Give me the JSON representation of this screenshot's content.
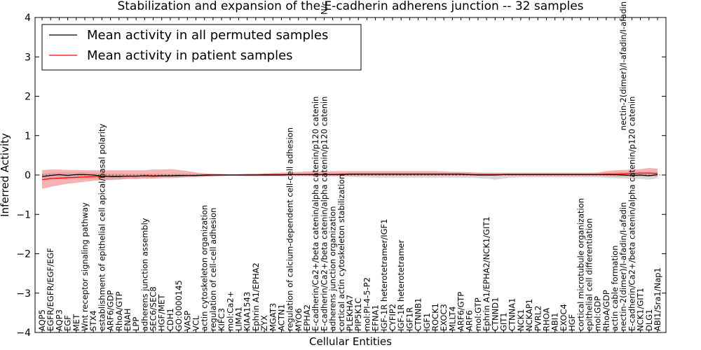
{
  "chart_data": {
    "type": "line",
    "title": "Stabilization and expansion of the E-cadherin adherens junction -- 32 samples",
    "xlabel": "Cellular Entities",
    "ylabel": "Inferred Activity",
    "ylim": [
      -4,
      4
    ],
    "yticks": [
      -4,
      -3,
      -2,
      -1,
      0,
      1,
      2,
      3,
      4
    ],
    "grid": false,
    "legend_position": "top-left",
    "categories": [
      "AQP5",
      "EGFR/EGFR/EGF/EGF",
      "AQP3",
      "EGF",
      "MET",
      "Wnt receptor signaling pathway",
      "STX4",
      "establishment of epithelial cell apical/basal polarity",
      "ARF6/GDP",
      "RhoA/GTP",
      "ENAH",
      "LPP",
      "adherens junction assembly",
      "SEC6/SEC8",
      "HGF/MET",
      "CDH1",
      "GO:0000145",
      "VASP",
      "VCL",
      "actin cytoskeleton organization",
      "regulation of cell-cell adhesion",
      "KIFC3",
      "mol:Ca2+",
      "LIMA1",
      "KIAA1543",
      "Ephrin A1/EPHA2",
      "ZYX",
      "MGAT3",
      "ACTN1",
      "regulation of calcium-dependent cell-cell adhesion",
      "MYO6",
      "EPHA2",
      "E-cadherin/Ca2+/beta catenin/alpha catenin/p120 catenin",
      "E-cadherin/Ca2+/beta catenin/alpha catenin/p120 catenin",
      "adherens junction organization",
      "cortical actin cytoskeleton stabilization",
      "PLEKHA7",
      "PIP5K1C",
      "mol:PI-4-5-P2",
      "EFNA1",
      "IGF-1R heterotetramer/IGF1",
      "CYFIP2",
      "IGF-1R heterotetramer",
      "IGF1R",
      "CTNNB1",
      "IGF1",
      "ROCK1",
      "EXOC3",
      "MLLT4",
      "ARF6/GTP",
      "ARF6",
      "mol:GTP",
      "Ephrin A1/EPHA2/NCK1/GIT1",
      "CTNND1",
      "GIT1",
      "CTNNA1",
      "NCK1",
      "NCKAP1",
      "PVRL2",
      "RHOA",
      "ABI1",
      "EXOC4",
      "HGF",
      "cortical microtubule organization",
      "epithelial cell differentiation",
      "mol:GDP",
      "RhoA/GDP",
      "actin cable formation",
      "nectin-2(dimer)/I-afadin/I-afadin",
      "E-cadherin/Ca2+/beta catenin/alpha catenin/p120 catenin",
      "NCK1/GIT1",
      "DLG1",
      "ABI1/Sra1/Nap1"
    ],
    "top_labels": [
      {
        "text": "N/c",
        "category_index": 33
      },
      {
        "text": "nectin-2(dimer)/I-afadin/I-afadin",
        "category_index": 68
      }
    ],
    "series": [
      {
        "name": "Mean activity in all permuted samples",
        "color": "#000000",
        "band_color": "#c8c8c8",
        "values": [
          -0.04,
          -0.01,
          0.01,
          -0.01,
          0.01,
          0.01,
          0.0,
          -0.03,
          -0.04,
          -0.04,
          -0.03,
          -0.03,
          -0.02,
          -0.03,
          -0.02,
          -0.02,
          -0.01,
          -0.01,
          -0.01,
          0.0,
          0.0,
          0.0,
          0.0,
          0.0,
          0.0,
          0.0,
          0.0,
          0.0,
          0.0,
          0.01,
          0.01,
          0.01,
          0.01,
          0.01,
          0.01,
          0.01,
          0.02,
          0.02,
          0.02,
          0.02,
          0.02,
          0.02,
          0.02,
          0.02,
          0.02,
          0.02,
          0.02,
          0.02,
          0.02,
          0.02,
          0.01,
          0.0,
          0.0,
          0.0,
          0.01,
          0.01,
          0.01,
          0.01,
          0.01,
          0.01,
          0.01,
          0.01,
          0.01,
          0.01,
          0.01,
          0.01,
          0.01,
          0.01,
          0.0,
          -0.01,
          0.0,
          -0.02,
          0.01
        ],
        "band_lower": [
          -0.12,
          -0.12,
          -0.1,
          -0.12,
          -0.1,
          -0.1,
          -0.1,
          -0.12,
          -0.13,
          -0.12,
          -0.1,
          -0.1,
          -0.08,
          -0.08,
          -0.06,
          -0.06,
          -0.06,
          -0.05,
          -0.05,
          -0.04,
          -0.04,
          -0.03,
          -0.02,
          -0.02,
          -0.03,
          -0.03,
          -0.03,
          -0.03,
          -0.03,
          -0.03,
          -0.03,
          -0.03,
          -0.04,
          -0.04,
          -0.04,
          -0.04,
          -0.05,
          -0.06,
          -0.06,
          -0.07,
          -0.07,
          -0.07,
          -0.07,
          -0.07,
          -0.07,
          -0.07,
          -0.07,
          -0.07,
          -0.07,
          -0.07,
          -0.07,
          -0.08,
          -0.09,
          -0.12,
          -0.09,
          -0.07,
          -0.06,
          -0.06,
          -0.06,
          -0.06,
          -0.06,
          -0.06,
          -0.06,
          -0.06,
          -0.06,
          -0.06,
          -0.07,
          -0.08,
          -0.09,
          -0.1,
          -0.1,
          -0.12,
          -0.08
        ],
        "band_upper": [
          0.04,
          0.06,
          0.07,
          0.06,
          0.07,
          0.07,
          0.06,
          0.05,
          0.04,
          0.04,
          0.03,
          0.03,
          0.03,
          0.03,
          0.03,
          0.03,
          0.03,
          0.03,
          0.03,
          0.03,
          0.03,
          0.03,
          0.02,
          0.02,
          0.03,
          0.03,
          0.03,
          0.04,
          0.04,
          0.04,
          0.05,
          0.05,
          0.05,
          0.05,
          0.05,
          0.05,
          0.06,
          0.06,
          0.06,
          0.06,
          0.06,
          0.06,
          0.06,
          0.06,
          0.06,
          0.06,
          0.06,
          0.06,
          0.06,
          0.06,
          0.06,
          0.06,
          0.06,
          0.06,
          0.06,
          0.06,
          0.06,
          0.06,
          0.06,
          0.06,
          0.06,
          0.06,
          0.06,
          0.06,
          0.06,
          0.06,
          0.06,
          0.07,
          0.08,
          0.08,
          0.08,
          0.07,
          0.08
        ]
      },
      {
        "name": "Mean activity in patient samples",
        "color": "#ff0000",
        "band_color": "#f08080",
        "values": [
          -0.12,
          -0.09,
          -0.08,
          -0.07,
          -0.06,
          -0.05,
          -0.04,
          -0.03,
          -0.03,
          -0.03,
          -0.03,
          -0.03,
          -0.02,
          -0.02,
          -0.02,
          -0.02,
          -0.02,
          -0.01,
          -0.01,
          -0.01,
          0.0,
          0.0,
          0.0,
          0.0,
          0.0,
          0.0,
          0.01,
          0.01,
          0.01,
          0.01,
          0.01,
          0.01,
          0.01,
          0.01,
          0.01,
          0.02,
          0.02,
          0.02,
          0.02,
          0.02,
          0.02,
          0.02,
          0.02,
          0.02,
          0.02,
          0.02,
          0.02,
          0.02,
          0.02,
          0.02,
          0.01,
          0.01,
          0.01,
          0.01,
          0.01,
          0.01,
          0.01,
          0.01,
          0.01,
          0.01,
          0.01,
          0.01,
          0.01,
          0.01,
          0.01,
          0.01,
          0.02,
          0.02,
          0.03,
          0.04,
          0.05,
          0.05,
          0.04
        ],
        "band_lower": [
          -0.35,
          -0.3,
          -0.26,
          -0.22,
          -0.2,
          -0.17,
          -0.15,
          -0.13,
          -0.12,
          -0.11,
          -0.1,
          -0.1,
          -0.09,
          -0.09,
          -0.08,
          -0.08,
          -0.07,
          -0.06,
          -0.05,
          -0.04,
          -0.03,
          -0.02,
          -0.01,
          -0.01,
          -0.02,
          -0.02,
          -0.02,
          -0.02,
          -0.02,
          -0.02,
          -0.02,
          -0.02,
          -0.02,
          -0.02,
          -0.02,
          -0.02,
          -0.02,
          -0.02,
          -0.02,
          -0.02,
          -0.02,
          -0.02,
          -0.02,
          -0.02,
          -0.02,
          -0.02,
          -0.02,
          -0.02,
          -0.02,
          -0.02,
          -0.02,
          -0.02,
          -0.02,
          -0.02,
          -0.02,
          -0.02,
          -0.02,
          -0.02,
          -0.02,
          -0.02,
          -0.02,
          -0.02,
          -0.02,
          -0.02,
          -0.02,
          -0.02,
          -0.03,
          -0.04,
          -0.04,
          -0.04,
          -0.04,
          -0.03,
          -0.04
        ],
        "band_upper": [
          0.12,
          0.14,
          0.14,
          0.13,
          0.13,
          0.12,
          0.12,
          0.12,
          0.12,
          0.12,
          0.12,
          0.12,
          0.12,
          0.14,
          0.14,
          0.15,
          0.13,
          0.1,
          0.07,
          0.04,
          0.03,
          0.02,
          0.01,
          0.02,
          0.03,
          0.03,
          0.04,
          0.05,
          0.06,
          0.07,
          0.08,
          0.09,
          0.09,
          0.09,
          0.1,
          0.1,
          0.1,
          0.1,
          0.1,
          0.1,
          0.1,
          0.1,
          0.1,
          0.1,
          0.1,
          0.1,
          0.1,
          0.09,
          0.08,
          0.08,
          0.07,
          0.06,
          0.05,
          0.05,
          0.05,
          0.05,
          0.05,
          0.05,
          0.05,
          0.05,
          0.05,
          0.05,
          0.05,
          0.05,
          0.05,
          0.06,
          0.1,
          0.12,
          0.13,
          0.14,
          0.15,
          0.18,
          0.16
        ]
      }
    ]
  }
}
